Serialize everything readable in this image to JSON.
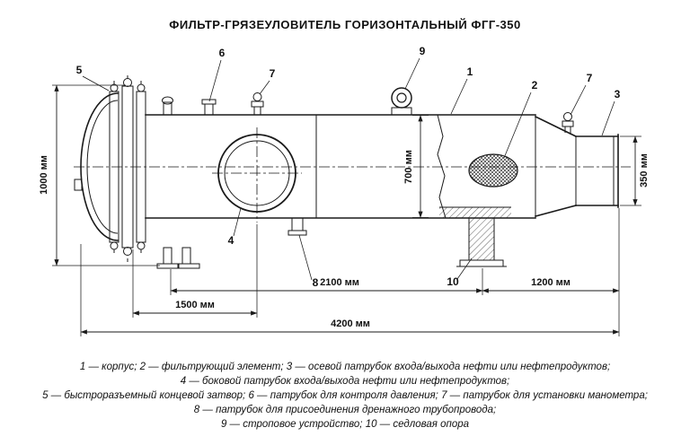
{
  "title": "ФИЛЬТР-ГРЯЗЕУЛОВИТЕЛЬ ГОРИЗОНТАЛЬНЫЙ ФГГ-350",
  "dimensions": {
    "overall_height": "1000 мм",
    "shell_diameter": "700 мм",
    "nozzle_diameter": "350 мм",
    "supports_span": "2100 мм",
    "right_section": "1200 мм",
    "left_section": "1500 мм",
    "overall_length": "4200 мм"
  },
  "callouts": {
    "body": "1",
    "filter_element": "2",
    "axial_nozzle": "3",
    "side_nozzle": "4",
    "end_closure": "5",
    "pressure_control_nozzle": "6",
    "manometer_nozzle_left": "7",
    "manometer_nozzle_right": "7",
    "drain_nozzle": "8",
    "sling_device": "9",
    "saddle_support": "10"
  },
  "legend": {
    "lines": [
      "1 — корпус; 2 — фильтрующий элемент; 3 — осевой патрубок входа/выхода нефти или нефтепродуктов;",
      "4 — боковой патрубок входа/выхода нефти или нефтепродуктов;",
      "5 — быстроразъемный концевой затвор; 6 — патрубок для контроля давления; 7 — патрубок для установки манометра;",
      "8 — патрубок для присоединения дренажного трубопровода;",
      "9 — строповое устройство; 10 — седловая опора"
    ]
  }
}
